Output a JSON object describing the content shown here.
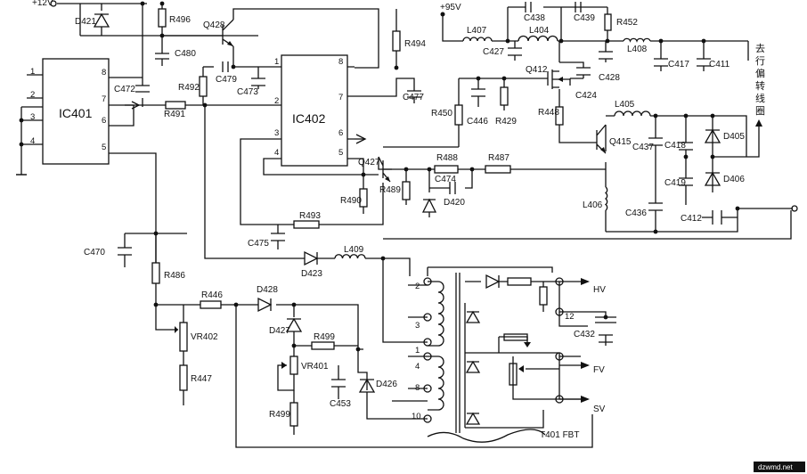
{
  "supply": {
    "v12": "+12V",
    "v95": "+95V"
  },
  "ics": {
    "ic401": {
      "name": "IC401",
      "pins": [
        "1",
        "2",
        "3",
        "4",
        "8",
        "7",
        "6",
        "5"
      ]
    },
    "ic402": {
      "name": "IC402",
      "pins": [
        "1",
        "2",
        "3",
        "4",
        "8",
        "7",
        "6",
        "5"
      ]
    }
  },
  "components": {
    "D421": "D421",
    "R496": "R496",
    "C480": "C480",
    "Q428": "Q428",
    "C479": "C479",
    "C473": "C473",
    "R494": "R494",
    "C477": "C477",
    "C472": "C472",
    "R492": "R492",
    "R491": "R491",
    "L407": "L407",
    "L404": "L404",
    "C438": "C438",
    "C439": "C439",
    "R452": "R452",
    "C427": "C427",
    "L408": "L408",
    "C428": "C428",
    "C417": "C417",
    "C411": "C411",
    "Q412": "Q412",
    "C424": "C424",
    "R450": "R450",
    "C446": "C446",
    "R429": "R429",
    "R448": "R448",
    "L405": "L405",
    "Q415": "Q415",
    "C437": "C437",
    "C418": "C418",
    "D405": "D405",
    "D406": "D406",
    "C419": "C419",
    "L406": "L406",
    "C436": "C436",
    "C412": "C412",
    "Q427": "Q427",
    "R488": "R488",
    "R487": "R487",
    "C474": "C474",
    "D420": "D420",
    "R489": "R489",
    "R490": "R490",
    "R493": "R493",
    "C475": "C475",
    "D423": "D423",
    "L409": "L409",
    "C470": "C470",
    "R486": "R486",
    "R446": "R446",
    "D428": "D428",
    "VR402": "VR402",
    "R447": "R447",
    "D427": "D427",
    "R499a": "R499",
    "VR401": "VR401",
    "C453": "C453",
    "D426": "D426",
    "R499b": "R499",
    "C432": "C432",
    "T401": "T401 FBT"
  },
  "yoke_label": [
    "去",
    "行",
    "偏",
    "转",
    "线",
    "圈"
  ],
  "fbt": {
    "pins": [
      "2",
      "3",
      "1",
      "4",
      "8",
      "10",
      "12"
    ],
    "outputs": {
      "hv": "HV",
      "fv": "FV",
      "sv": "SV"
    }
  },
  "watermark": "dzwmd.net"
}
